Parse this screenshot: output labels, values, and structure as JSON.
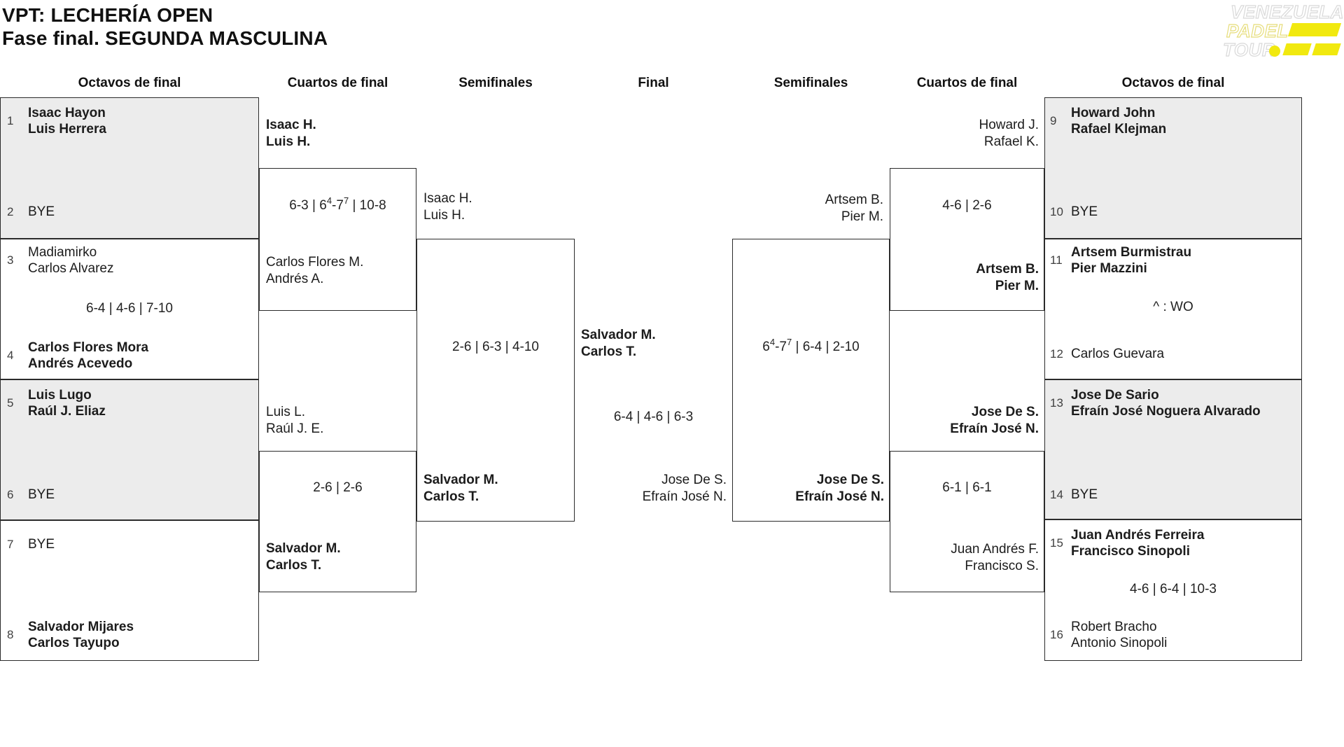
{
  "title": {
    "line1": "VPT: LECHERÍA OPEN",
    "line2": "Fase final. SEGUNDA MASCULINA"
  },
  "logo": {
    "line1": "VENEZUELA",
    "line2": "PADEL",
    "line3": "TOUR",
    "accent_color": "#f1e90f"
  },
  "rounds": {
    "r1": "Octavos de final",
    "r2": "Cuartos de final",
    "r3": "Semifinales",
    "r4": "Final",
    "r5": "Semifinales",
    "r6": "Cuartos de final",
    "r7": "Octavos de final"
  },
  "left": {
    "o1": {
      "num": "1",
      "n1": "Isaac Hayon",
      "n2": "Luis Herrera"
    },
    "o2": {
      "num": "2",
      "n1": "BYE"
    },
    "o3": {
      "num": "3",
      "n1": "Madiamirko",
      "n2": "Carlos Alvarez"
    },
    "o34_score": "6-4 | 4-6 | 7-10",
    "o4": {
      "num": "4",
      "n1": "Carlos Flores Mora",
      "n2": "Andrés Acevedo"
    },
    "o5": {
      "num": "5",
      "n1": "Luis Lugo",
      "n2": "Raúl J. Eliaz"
    },
    "o6": {
      "num": "6",
      "n1": "BYE"
    },
    "o7": {
      "num": "7",
      "n1": "BYE"
    },
    "o8": {
      "num": "8",
      "n1": "Salvador Mijares",
      "n2": "Carlos Tayupo"
    },
    "qf1": {
      "top1": "Isaac H.",
      "top2": "Luis H.",
      "score": {
        "p1": "6-3 | 6",
        "s1": "4",
        "p2": "-7",
        "s2": "7",
        "p3": " | 10-8"
      },
      "bot1": "Carlos Flores M.",
      "bot2": "Andrés A."
    },
    "qf2": {
      "top1": "Luis L.",
      "top2": "Raúl J. E.",
      "score": {
        "p1": "2-6 | 2-6",
        "s1": "",
        "p2": "",
        "s2": "",
        "p3": ""
      },
      "bot1": "Salvador M.",
      "bot2": "Carlos T."
    },
    "sf": {
      "top1": "Isaac H.",
      "top2": "Luis H.",
      "score": "2-6 | 6-3 | 4-10",
      "bot1": "Salvador M.",
      "bot2": "Carlos T."
    }
  },
  "final": {
    "top1": "Salvador M.",
    "top2": "Carlos T.",
    "score": "6-4 | 4-6 | 6-3",
    "bot1": "Jose De S.",
    "bot2": "Efraín José N."
  },
  "right": {
    "sf": {
      "top1": "Artsem B.",
      "top2": "Pier M.",
      "score": {
        "p1": "6",
        "s1": "4",
        "p2": "-7",
        "s2": "7",
        "p3": " | 6-4 | 2-10"
      },
      "bot1": "Jose De S.",
      "bot2": "Efraín José N."
    },
    "qf1": {
      "top1": "Howard J.",
      "top2": "Rafael K.",
      "score": "4-6 | 2-6",
      "bot1": "Artsem B.",
      "bot2": "Pier M."
    },
    "qf2": {
      "top1": "Jose De S.",
      "top2": "Efraín José N.",
      "score": "6-1 | 6-1",
      "bot1": "Juan Andrés F.",
      "bot2": "Francisco S."
    },
    "o9": {
      "num": "9",
      "n1": "Howard John",
      "n2": "Rafael Klejman"
    },
    "o10": {
      "num": "10",
      "n1": "BYE"
    },
    "o11": {
      "num": "11",
      "n1": "Artsem Burmistrau",
      "n2": "Pier Mazzini"
    },
    "o1112_note": "^ : WO",
    "o12": {
      "num": "12",
      "n1": "Carlos Guevara"
    },
    "o13": {
      "num": "13",
      "n1": "Jose De Sario",
      "n2": "Efraín José Noguera Alvarado"
    },
    "o14": {
      "num": "14",
      "n1": "BYE"
    },
    "o15": {
      "num": "15",
      "n1": "Juan Andrés Ferreira",
      "n2": "Francisco Sinopoli"
    },
    "o1516_score": "4-6 | 6-4 | 10-3",
    "o16": {
      "num": "16",
      "n1": "Robert Bracho",
      "n2": "Antonio Sinopoli"
    }
  }
}
